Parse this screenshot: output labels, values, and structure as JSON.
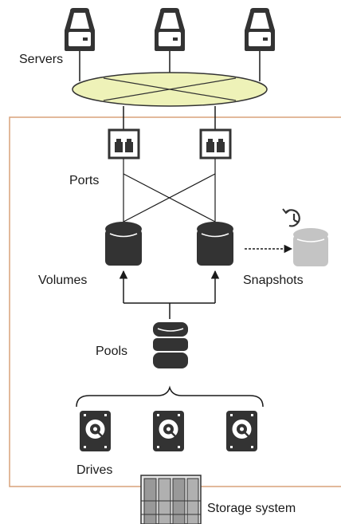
{
  "labels": {
    "servers": "Servers",
    "ports": "Ports",
    "volumes": "Volumes",
    "snapshots": "Snapshots",
    "pools": "Pools",
    "drives": "Drives",
    "storage_system": "Storage system"
  },
  "colors": {
    "border": "#d8a27a",
    "dark": "#333333",
    "line": "#1a1a1a",
    "switch_fill": "#eef2b8",
    "snapshot_fill": "#c4c4c4"
  },
  "icons": [
    "server-icon",
    "switch-icon",
    "port-icon",
    "volume-icon",
    "snapshot-icon",
    "clock-history-icon",
    "pool-icon",
    "drive-icon",
    "storage-system-icon"
  ]
}
